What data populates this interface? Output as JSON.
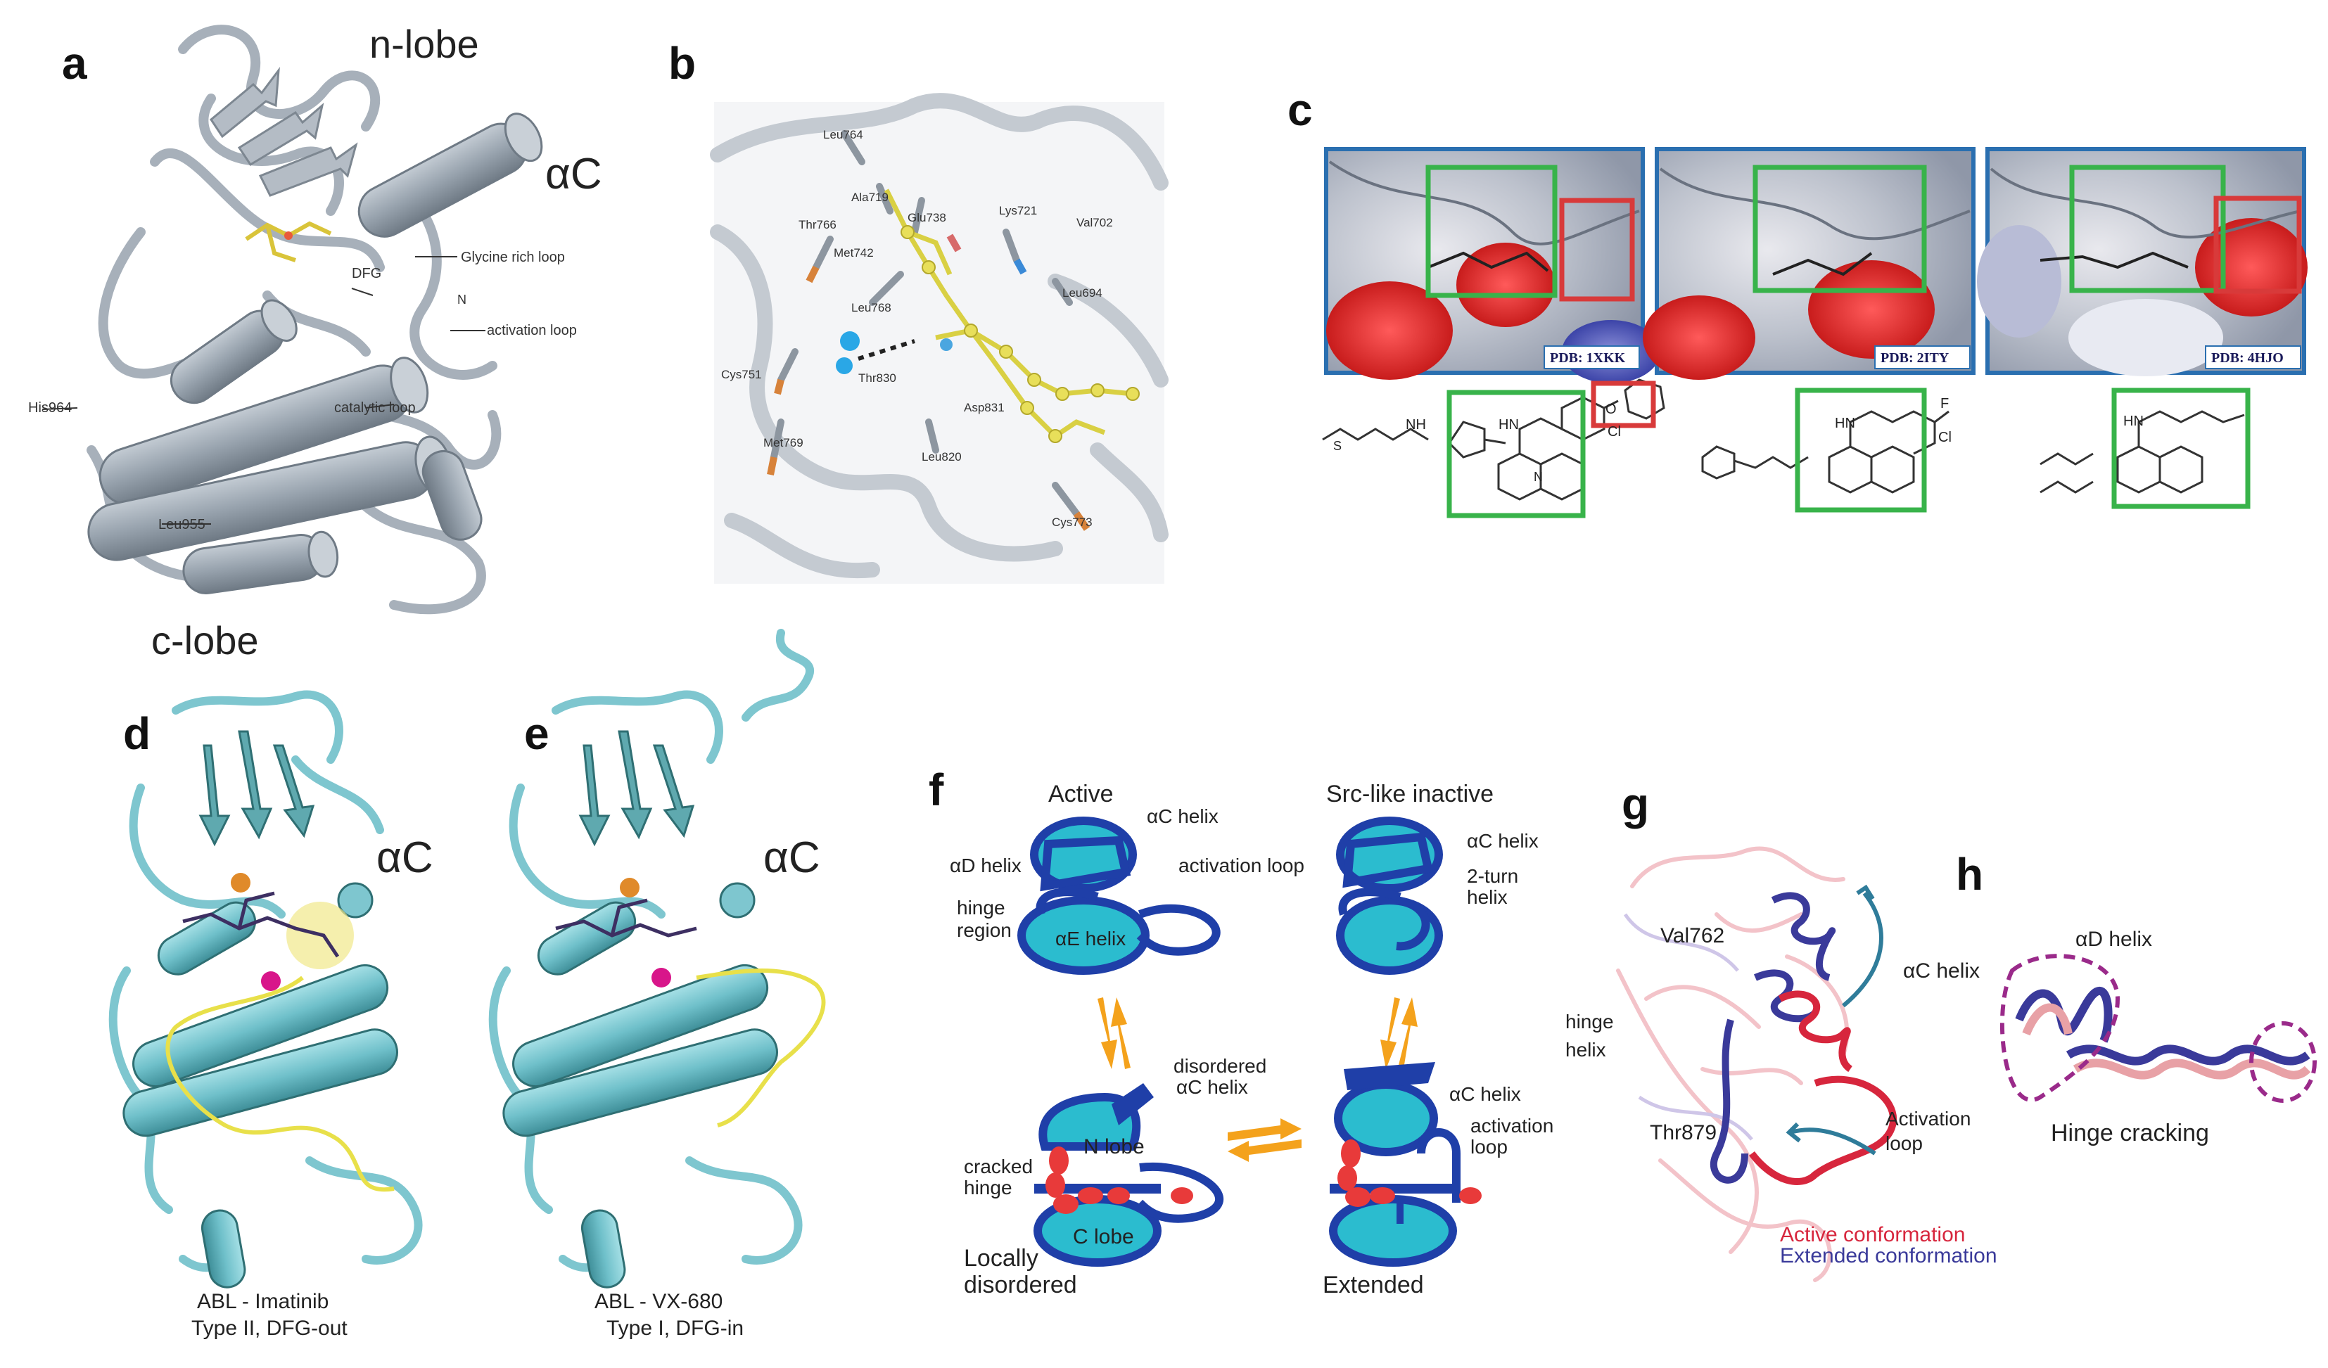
{
  "panels": {
    "a": {
      "letter": "a",
      "lobe_top": "n-lobe",
      "lobe_bottom": "c-lobe",
      "alpha_c": "αC",
      "labels": [
        "Glycine rich loop",
        "DFG",
        "N",
        "activation loop",
        "catalytic loop",
        "His964",
        "Leu955"
      ]
    },
    "b": {
      "letter": "b",
      "residues": [
        "Leu764",
        "Ala719",
        "Glu738",
        "Lys721",
        "Val702",
        "Thr766",
        "Met742",
        "Leu694",
        "Leu768",
        "Cys751",
        "Thr830",
        "Asp831",
        "Met769",
        "Leu820",
        "Cys773"
      ]
    },
    "c": {
      "letter": "c",
      "pdb": [
        "PDB: 1XKK",
        "PDB: 2ITY",
        "PDB: 4HJO"
      ],
      "chem_labels": [
        "NH",
        "HN",
        "Cl",
        "O",
        "N",
        "F",
        "S"
      ]
    },
    "d": {
      "letter": "d",
      "alpha_c": "αC",
      "caption1": "ABL - Imatinib",
      "caption2": "Type II, DFG-out"
    },
    "e": {
      "letter": "e",
      "alpha_c": "αC",
      "caption1": "ABL - VX-680",
      "caption2": "Type I, DFG-in"
    },
    "f": {
      "letter": "f",
      "active": "Active",
      "src": "Src-like inactive",
      "ac_helix": "αC helix",
      "ad_helix": "αD helix",
      "activation_loop": "activation loop",
      "hinge_region_1": "hinge",
      "hinge_region_2": "region",
      "ae_helix": "αE helix",
      "two_turn_1": "2-turn",
      "two_turn_2": "helix",
      "disordered_1": "disordered",
      "disordered_2": "αC helix",
      "n_lobe": "N lobe",
      "c_lobe": "C lobe",
      "cracked_1": "cracked",
      "cracked_2": "hinge",
      "locally_1": "Locally",
      "locally_2": "disordered",
      "ac_helix_2": "αC helix",
      "activation_1": "activation",
      "activation_2": "loop",
      "extended": "Extended"
    },
    "g": {
      "letter": "g",
      "val": "Val762",
      "ac_helix": "αC helix",
      "hinge_1": "hinge",
      "hinge_2": "helix",
      "thr": "Thr879",
      "activation_1": "Activation",
      "activation_2": "loop",
      "legend_active": "Active conformation",
      "legend_extended": "Extended conformation"
    },
    "h": {
      "letter": "h",
      "ad_helix": "αD helix",
      "caption": "Hinge cracking"
    }
  },
  "colors": {
    "gray_protein": "#9ba6b1",
    "cyan_protein": "#7ec6cf",
    "teal_dark": "#2f6f73",
    "yellow_loop": "#e8e04a",
    "lobe_fill": "#2bbccf",
    "lobe_stroke": "#1f3fa8",
    "hinge_red": "#e83a3a",
    "arrow_orange": "#f4a21c",
    "active_red": "#d7263d",
    "extended_blue": "#3a3a9a",
    "box_blue": "#2a6fb0",
    "box_green": "#38b34a",
    "box_red": "#d83a3a"
  }
}
